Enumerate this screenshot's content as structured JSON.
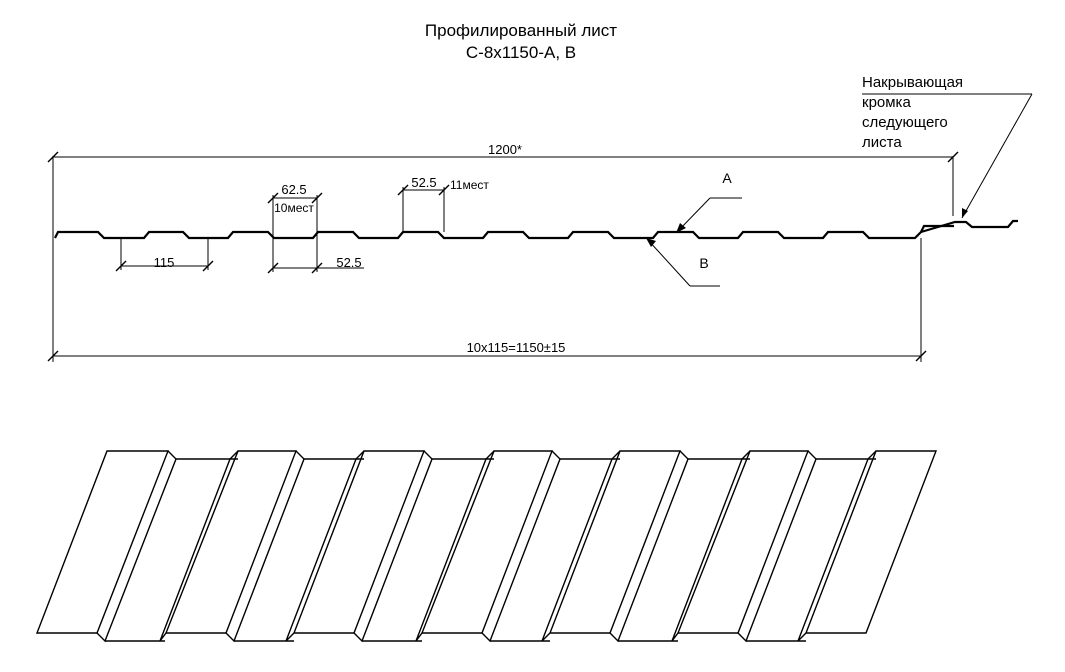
{
  "title": {
    "line1": "Профилированный лист",
    "line2": "С-8х1150-А, В"
  },
  "callout": {
    "line1": "Накрывающая",
    "line2": "кромка",
    "line3": "следующего",
    "line4": "листа"
  },
  "dimensions": {
    "overall": "1200*",
    "effective": "10х115=1150±15",
    "pitch": "115",
    "rib_top": "62.5",
    "rib_top_count": "10мест",
    "rib_bottom": "52.5",
    "rib_upper": "52.5",
    "rib_upper_count": "11мест"
  },
  "sides": {
    "a": "A",
    "b": "B"
  }
}
